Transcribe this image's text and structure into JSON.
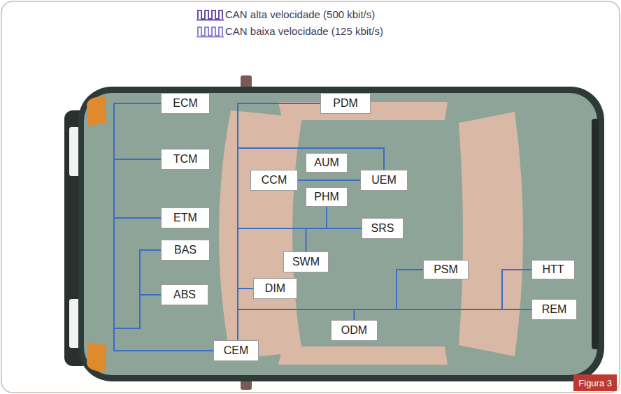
{
  "diagram": {
    "nodes": [
      {
        "text": [
          "ECM"
        ]
      },
      {
        "text": [
          "PDM"
        ]
      },
      {
        "text": [
          "TCM"
        ]
      },
      {
        "text": [
          "AUM"
        ]
      },
      {
        "text": [
          "CCM"
        ]
      },
      {
        "text": [
          "UEM"
        ]
      },
      {
        "text": [
          "PHM"
        ]
      },
      {
        "text": [
          "ETM"
        ]
      },
      {
        "text": [
          "SRS"
        ]
      },
      {
        "text": [
          "BAS"
        ]
      },
      {
        "text": [
          "SWM"
        ]
      },
      {
        "text": [
          "PSM"
        ]
      },
      {
        "text": [
          "HTT"
        ]
      },
      {
        "text": [
          "DIM"
        ]
      },
      {
        "text": [
          "ABS"
        ]
      },
      {
        "text": [
          "REM"
        ]
      },
      {
        "text": [
          "CEM"
        ]
      },
      {
        "text": [
          "ODM"
        ]
      }
    ],
    "edges": [
      {
        "from": 16,
        "to": 0,
        "arrow": "none"
      },
      {
        "from": 16,
        "to": 2,
        "arrow": "none"
      },
      {
        "from": 16,
        "to": 7,
        "arrow": "none"
      },
      {
        "from": 16,
        "to": 9,
        "arrow": "none"
      },
      {
        "from": 16,
        "to": 14,
        "arrow": "none"
      },
      {
        "from": 16,
        "to": 1,
        "arrow": "none"
      },
      {
        "from": 16,
        "to": 5,
        "arrow": "none"
      },
      {
        "from": 4,
        "to": 5,
        "arrow": "none"
      },
      {
        "from": 16,
        "to": 8,
        "arrow": "none"
      },
      {
        "from": 16,
        "to": 6,
        "arrow": "none"
      },
      {
        "from": 16,
        "to": 10,
        "arrow": "none"
      },
      {
        "from": 16,
        "to": 13,
        "arrow": "none"
      },
      {
        "from": 16,
        "to": 17,
        "arrow": "none"
      },
      {
        "from": 16,
        "to": 11,
        "arrow": "none"
      },
      {
        "from": 16,
        "to": 12,
        "arrow": "none"
      },
      {
        "from": 16,
        "to": 15,
        "arrow": "none"
      }
    ],
    "labels": [
      "Figura 3"
    ],
    "legend": [
      {
        "text": "CAN alta velocidade (500 kbit/s)"
      },
      {
        "text": "CAN baixa velocidade (125 kbit/s)"
      }
    ]
  }
}
